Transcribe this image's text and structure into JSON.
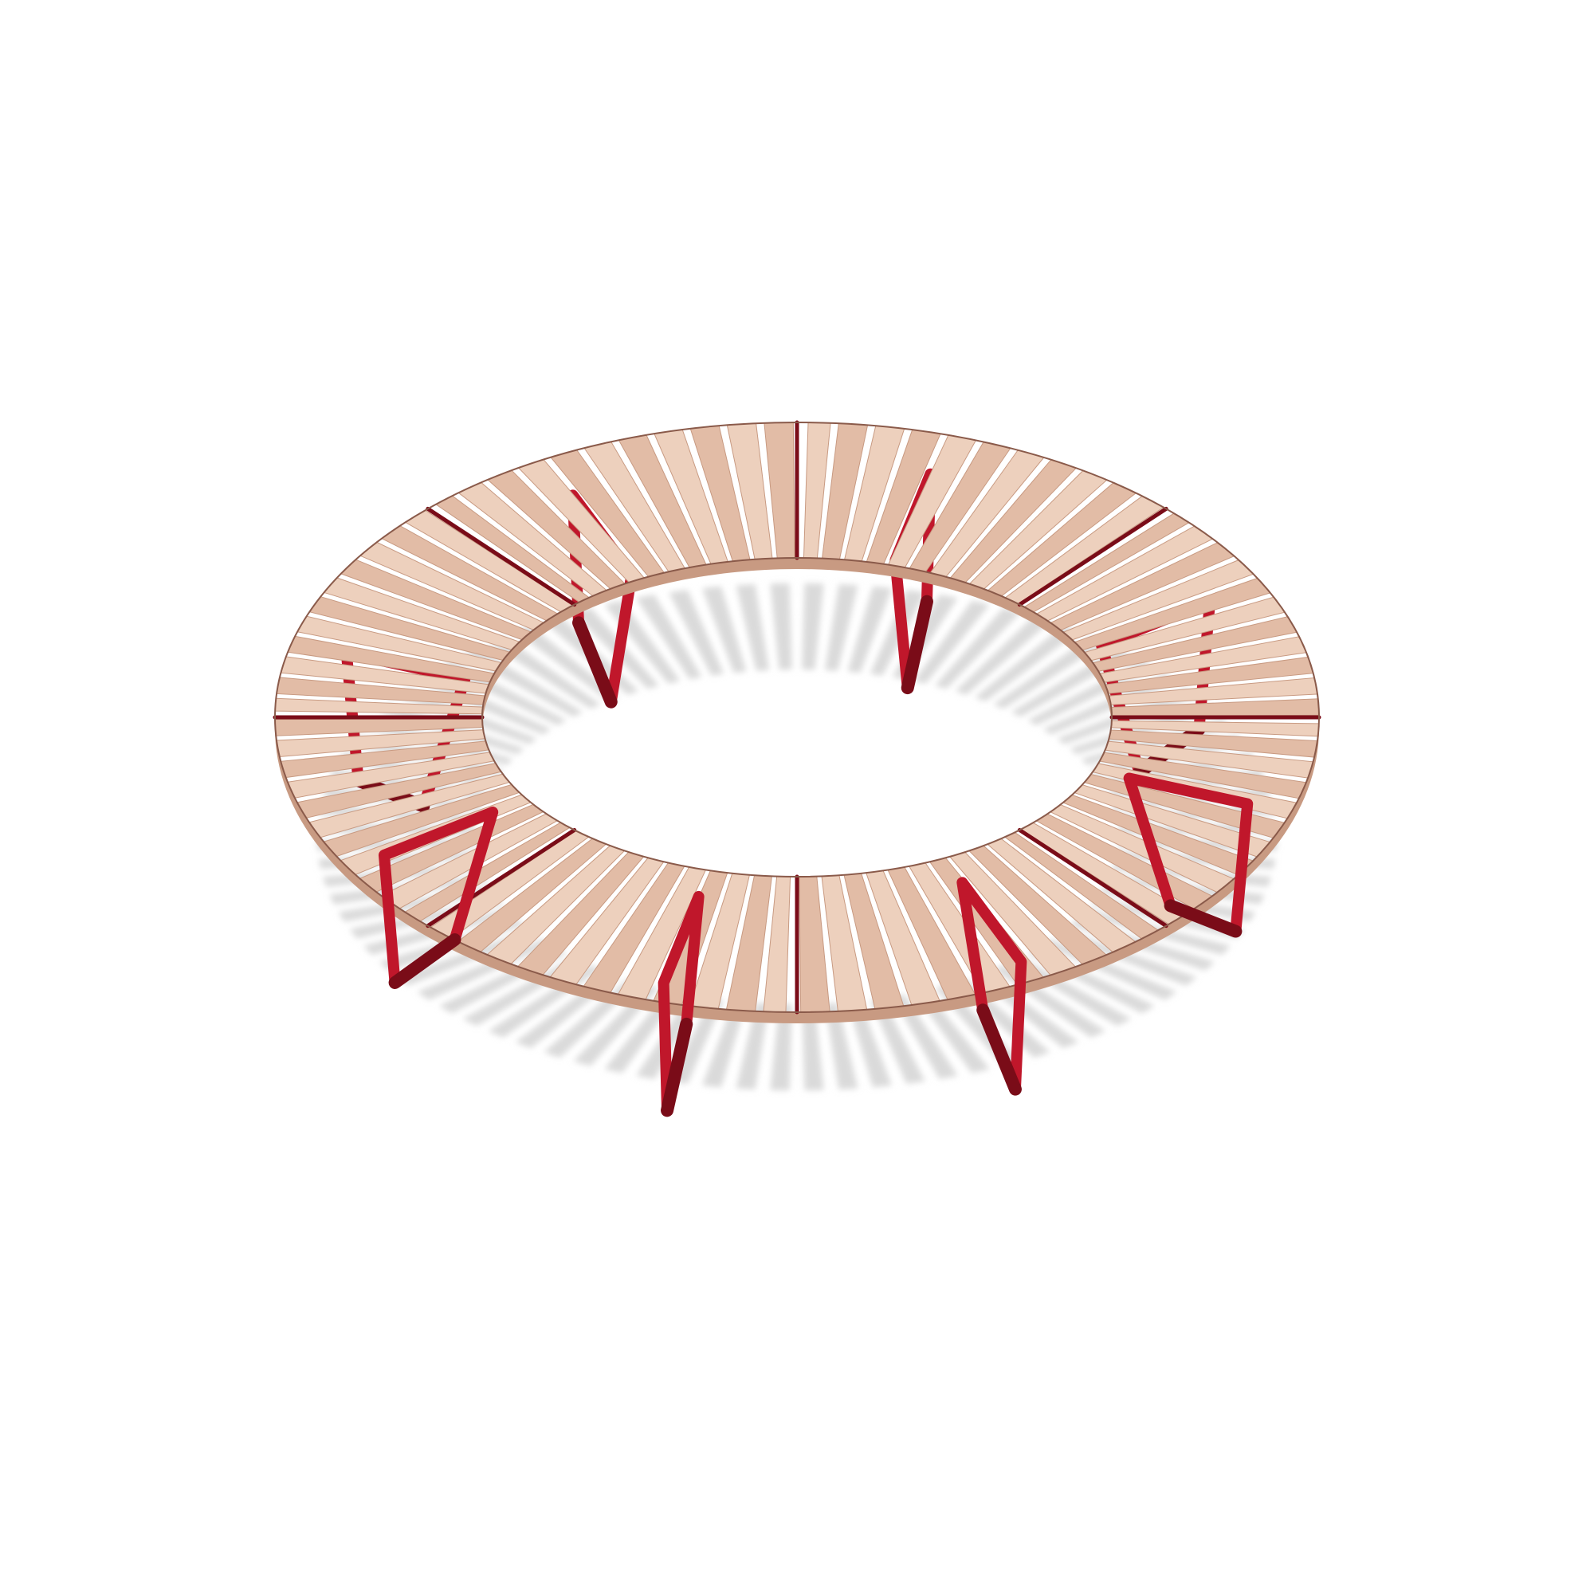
{
  "scene": {
    "subject": "circular-slatted-bench",
    "colors": {
      "background": "#ffffff",
      "wood": "#e2bca6",
      "wood_light": "#edd0bd",
      "wood_dark": "#c89a82",
      "slat_gap": "#8a5a4a",
      "metal": "#c0172b",
      "metal_dark": "#7a0c18",
      "shadow": "#d6d6d6"
    },
    "module_count": 8,
    "slats_per_module": 11
  }
}
